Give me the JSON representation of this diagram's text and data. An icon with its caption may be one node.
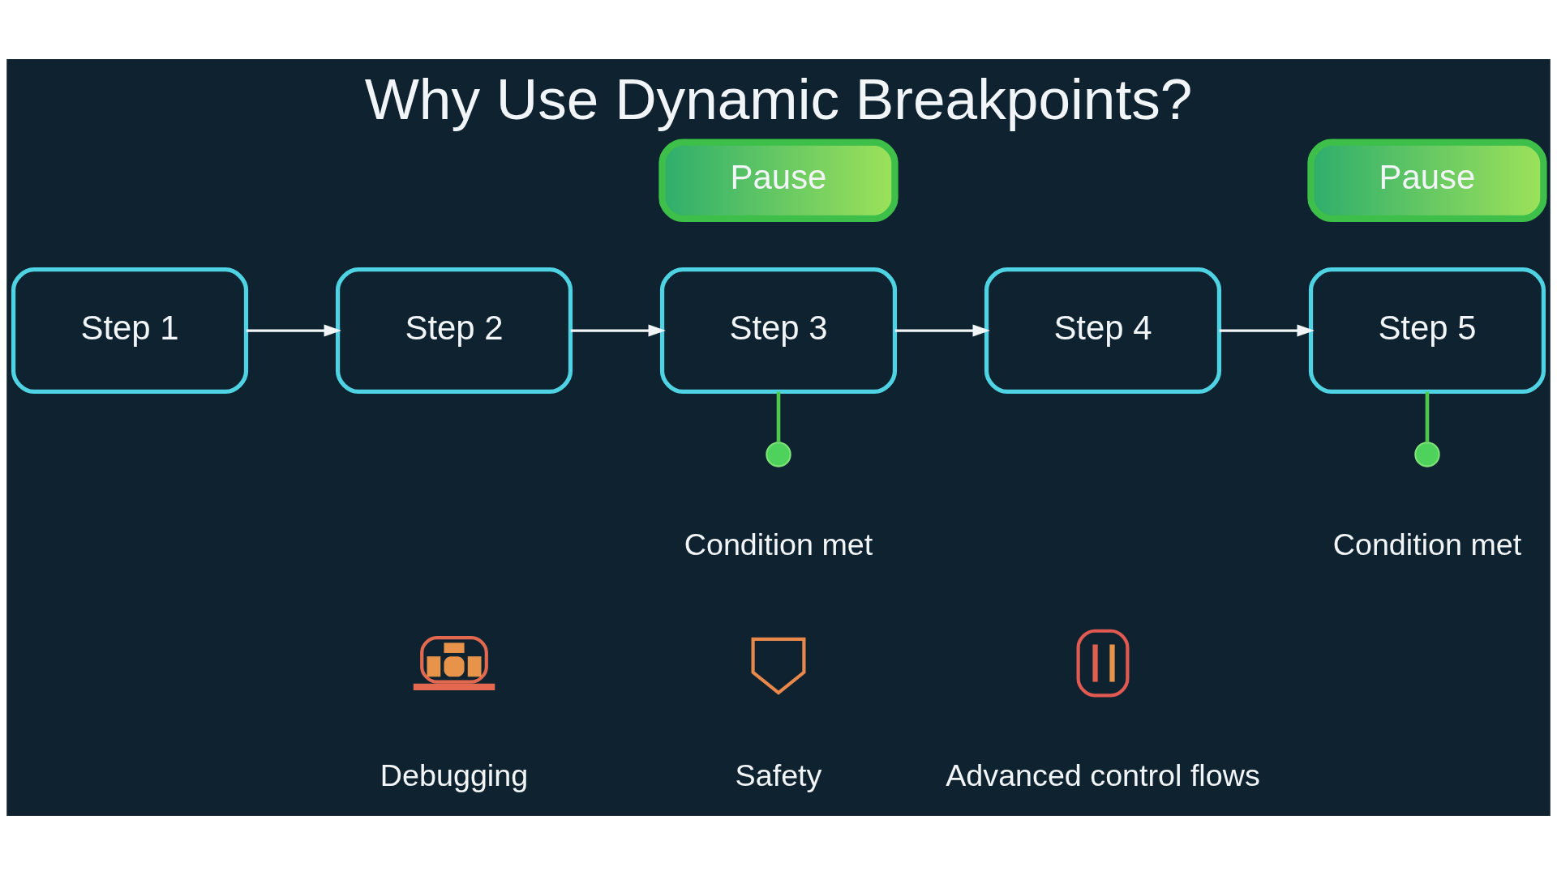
{
  "diagram": {
    "title": "Why Use Dynamic Breakpoints?",
    "nodes": [
      {
        "text": [
          "Pause"
        ]
      },
      {
        "text": [
          "Pause"
        ]
      },
      {
        "text": [
          "Step 1"
        ]
      },
      {
        "text": [
          "Step 2"
        ]
      },
      {
        "text": [
          "Step 3"
        ]
      },
      {
        "text": [
          "Step 4"
        ]
      },
      {
        "text": [
          "Step 5"
        ]
      },
      {
        "text": [],
        "shape": "circle",
        "beside": [
          "Condition met"
        ]
      },
      {
        "text": [],
        "shape": "circle",
        "beside": [
          "Condition met"
        ]
      },
      {
        "text": [],
        "shape": "picture",
        "beside": [
          "Debugging"
        ]
      },
      {
        "text": [],
        "shape": "picture",
        "beside": [
          "Safety"
        ]
      },
      {
        "text": [],
        "shape": "picture",
        "beside": [
          "Advanced control flows"
        ]
      }
    ],
    "edges": [
      {
        "from": 2,
        "to": 3,
        "arrow": "to"
      },
      {
        "from": 3,
        "to": 4,
        "arrow": "to"
      },
      {
        "from": 4,
        "to": 5,
        "arrow": "to"
      },
      {
        "from": 5,
        "to": 6,
        "arrow": "to"
      },
      {
        "from": 4,
        "to": 7,
        "arrow": "none",
        "color": "#4cc94c"
      },
      {
        "from": 6,
        "to": 8,
        "arrow": "none",
        "color": "#4cc94c"
      }
    ]
  }
}
